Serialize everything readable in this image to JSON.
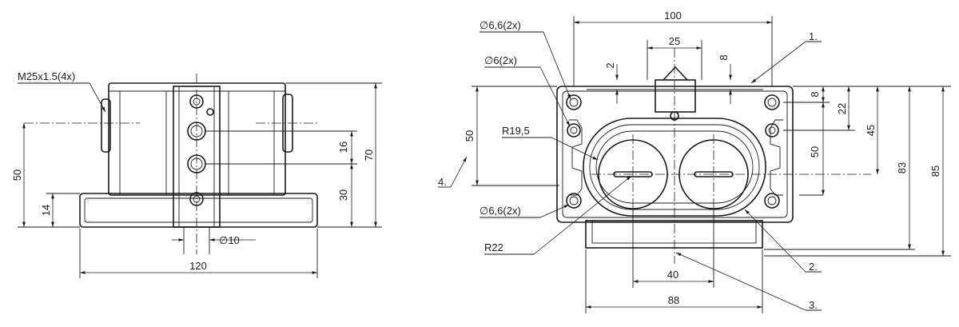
{
  "left_view": {
    "labels": {
      "thread": "M25x1.5(4x)",
      "hole_dia": "∅10"
    },
    "dims": {
      "width": "120",
      "height": "70",
      "h50": "50",
      "h14": "14",
      "h16": "16",
      "h30": "30"
    }
  },
  "right_view": {
    "labels": {
      "hole_top": "∅6,6(2x)",
      "hole_mid": "∅6(2x)",
      "hole_bot": "∅6,6(2x)",
      "r_small": "R19,5",
      "r_large": "R22"
    },
    "dims": {
      "w100": "100",
      "w25": "25",
      "w40": "40",
      "w88": "88",
      "d2": "2",
      "d8top": "8",
      "d8": "8",
      "d22": "22",
      "d45": "45",
      "d50": "50",
      "d50r": "50",
      "d83": "83",
      "d85": "85"
    },
    "callouts": {
      "c1": "1.",
      "c2": "2.",
      "c3": "3.",
      "c4": "4."
    }
  }
}
